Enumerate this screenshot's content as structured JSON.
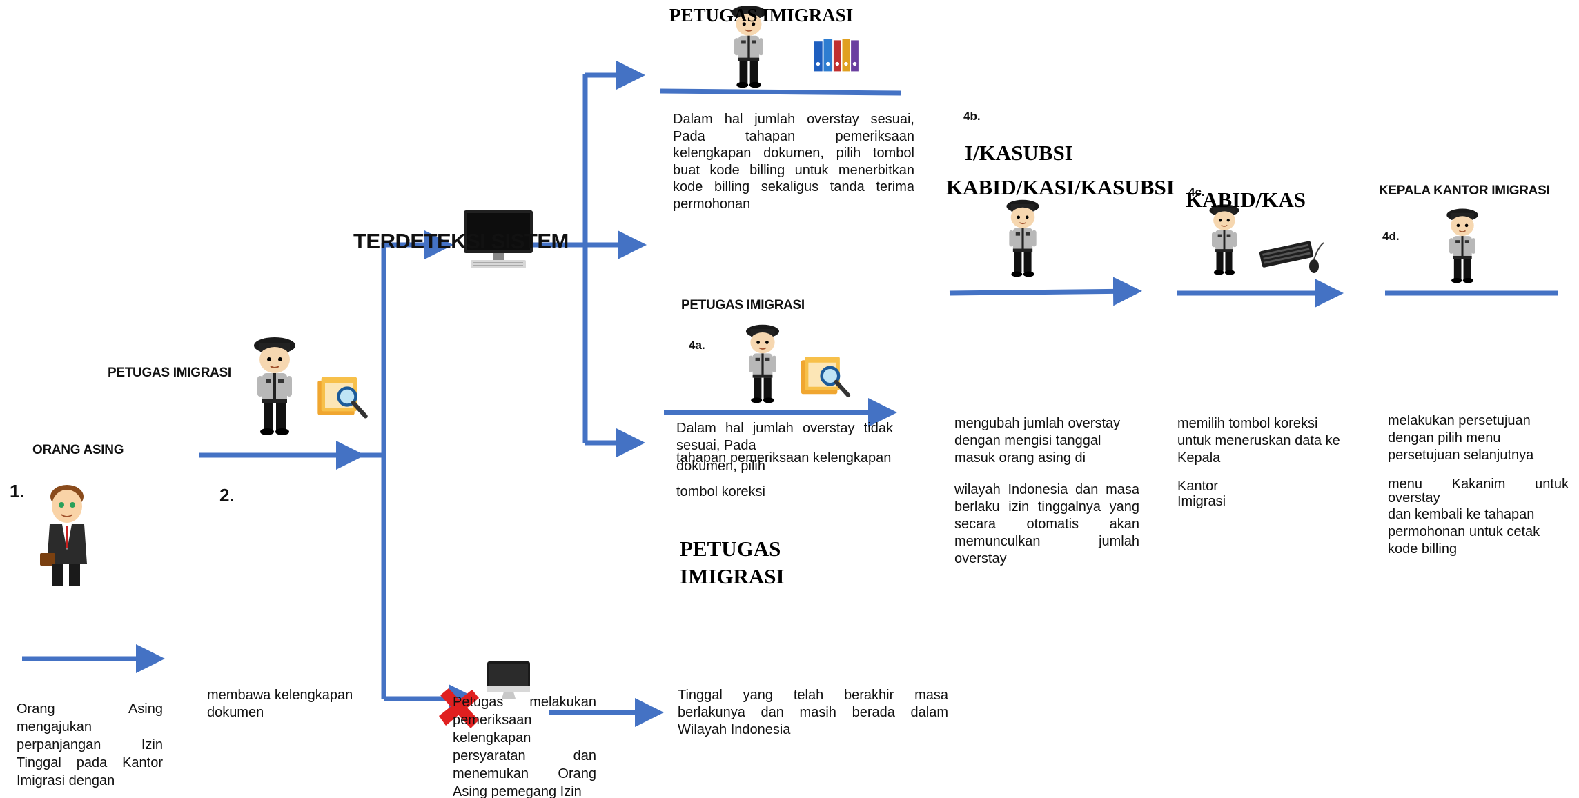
{
  "colors": {
    "arrow": "#4472C4",
    "cross": "#E02020"
  },
  "icons": [
    "officer-icon",
    "businessman-icon",
    "folder-search-icon",
    "binders-icon",
    "keyboard-mouse-icon",
    "desktop-computer-icon",
    "imac-icon",
    "red-cross-icon"
  ],
  "step_numbers": {
    "s1": "1.",
    "s2": "2.",
    "s4a": "4a.",
    "s4b": "4b.",
    "s4c": "4c.",
    "s4d": "4d."
  },
  "labels": {
    "orang_asing": "ORANG ASING",
    "petugas_left": "PETUGAS IMIGRASI",
    "terdeteksi": "TERDETEKSI SISTEM",
    "petugas_top": "PETUGAS IMIGRASI",
    "petugas_mid": "PETUGAS IMIGRASI",
    "petugas_big_1": "PETUGAS",
    "petugas_big_2": "IMIGRASI",
    "kasubsi_1": "I/KASUBSI",
    "kasubsi_2": "KABID/KASI/KASUBSI",
    "kabid_kas": "KABID/KAS",
    "kepala": "KEPALA KANTOR IMIGRASI"
  },
  "texts": {
    "orang_asing_desc": "Orang Asing mengajukan perpanjangan Izin Tinggal pada Kantor Imigrasi dengan",
    "membawa": "membawa kelengkapan dokumen",
    "petugas_melakukan": "Petugas melakukan pemeriksaan kelengkapan persyaratan dan menemukan Orang Asing pemegang Izin",
    "tinggal": "Tinggal yang telah berakhir masa berlakunya dan masih berada dalam Wilayah Indonesia",
    "sesuai": "Dalam hal jumlah overstay sesuai, Pada tahapan pemeriksaan kelengkapan dokumen, pilih tombol buat kode billing untuk menerbitkan kode billing sekaligus tanda terima permohonan",
    "tidak_sesuai_a": "Dalam hal jumlah overstay tidak sesuai, Pada",
    "tidak_sesuai_b": "dokumen,  pilih",
    "tidak_sesuai_c": "tahapan pemeriksaan kelengkapan",
    "tidak_sesuai_d": "tombol koreksi",
    "mengubah_a": "mengubah jumlah overstay dengan mengisi tanggal masuk orang asing di",
    "mengubah_b": "wilayah Indonesia dan masa berlaku izin tinggalnya yang secara otomatis akan memunculkan jumlah overstay",
    "memilih_a": "memilih tombol koreksi untuk meneruskan data ke Kepala",
    "memilih_b": "Kantor Imigrasi",
    "persetujuan_a": "melakukan persetujuan dengan pilih menu persetujuan selanjutnya",
    "persetujuan_b": "menu Kakanim untuk overstay",
    "persetujuan_c": "dan kembali ke tahapan permohonan untuk cetak kode billing"
  }
}
